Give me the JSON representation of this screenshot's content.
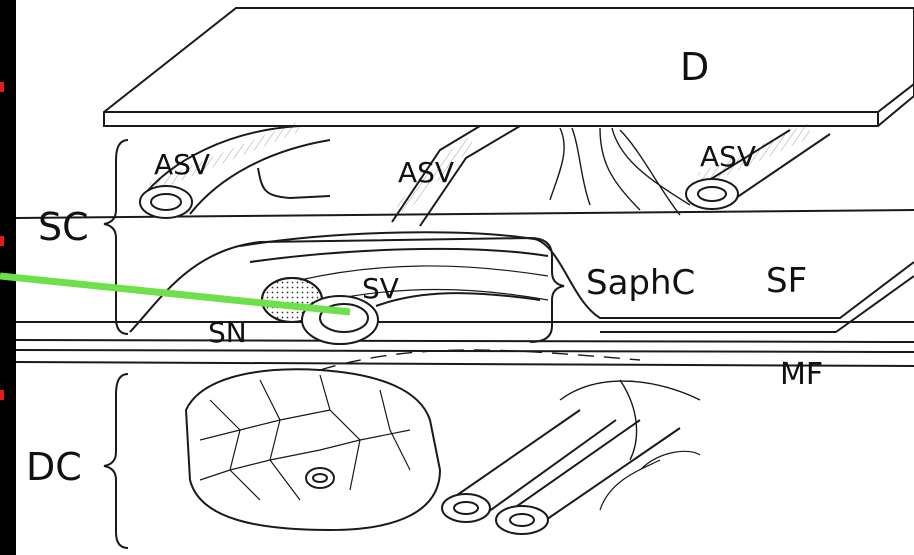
{
  "labels": {
    "dermis": "D",
    "superficial_compartment": "SC",
    "deep_compartment": "DC",
    "asv_left": "ASV",
    "asv_mid": "ASV",
    "asv_right": "ASV",
    "saphenous_compartment": "SaphC",
    "saphenous_fascia": "SF",
    "saphenous_vein": "SV",
    "saphenous_nerve": "SN",
    "muscular_fascia": "MF"
  },
  "colors": {
    "pointer_line": "#6ee04a",
    "edge_marks": "#e31b1b",
    "ink": "#1a1a1a",
    "frame": "#000000"
  }
}
